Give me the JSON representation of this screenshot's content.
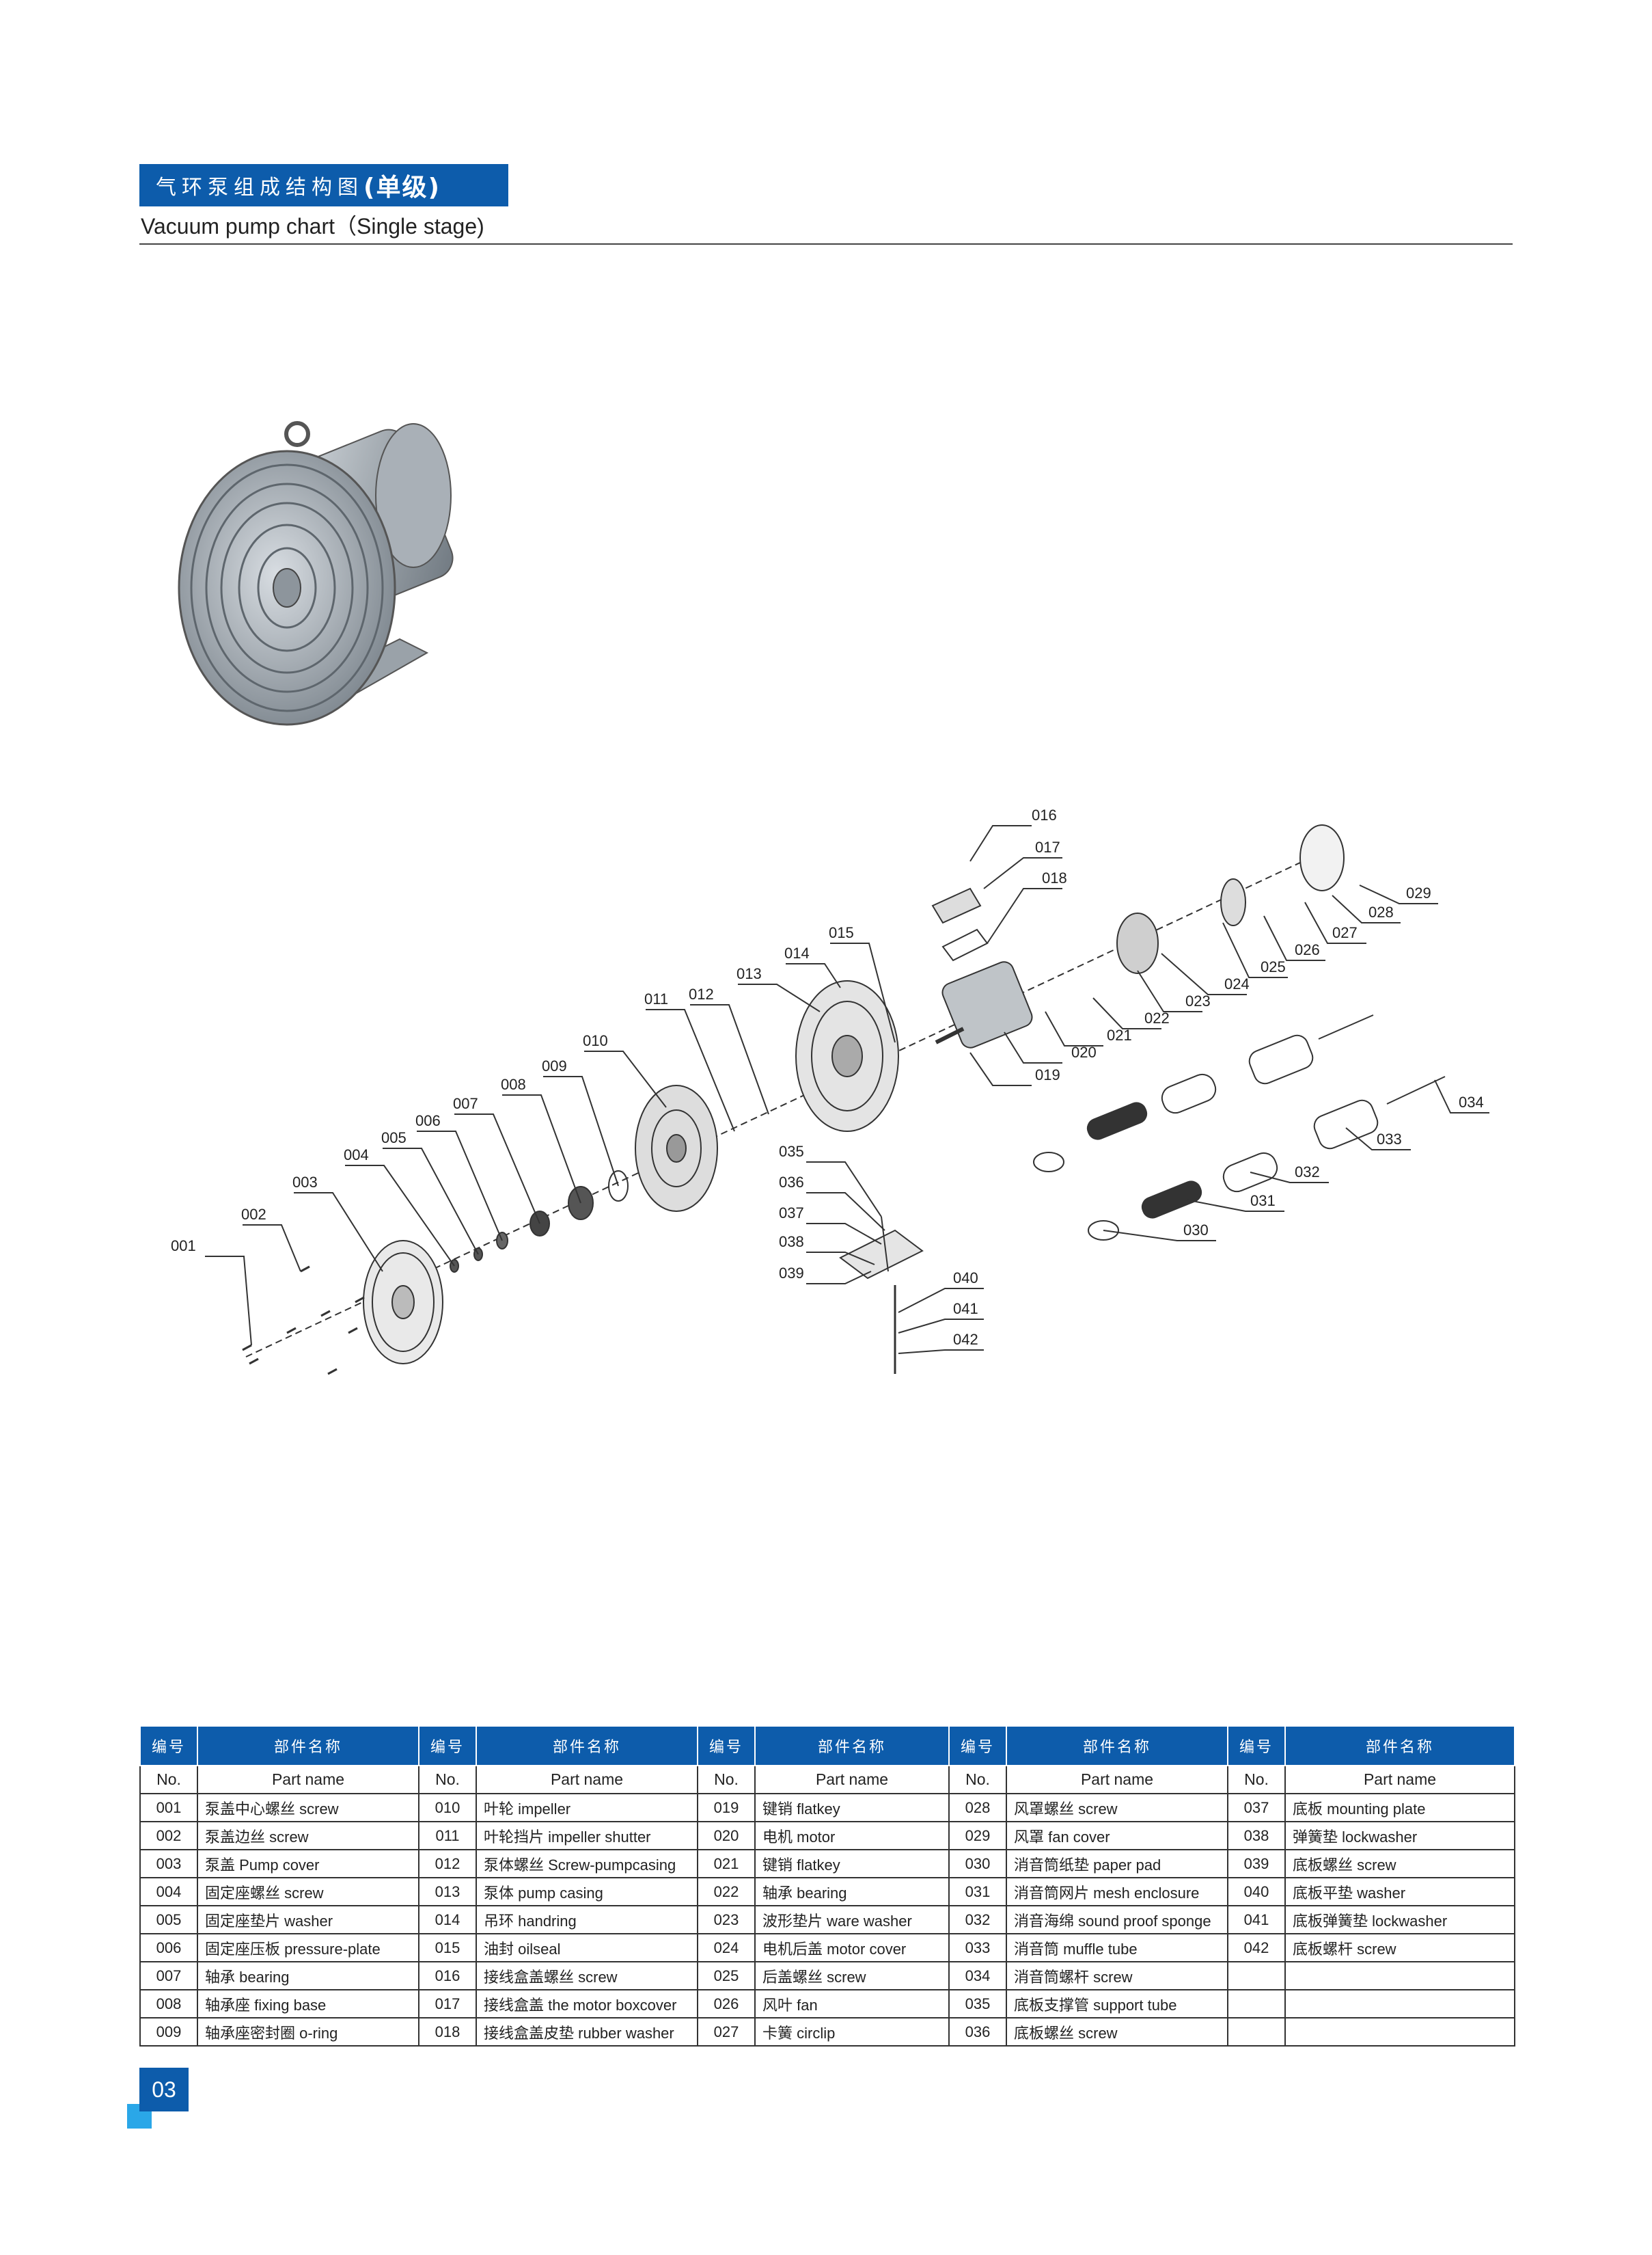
{
  "header": {
    "title_cn": "气环泵组成结构图",
    "title_tag": "(单级)",
    "subtitle_en": "Vacuum pump chart（Single stage)"
  },
  "diagram": {
    "labels": [
      "001",
      "002",
      "003",
      "004",
      "005",
      "006",
      "007",
      "008",
      "009",
      "010",
      "011",
      "012",
      "013",
      "014",
      "015",
      "016",
      "017",
      "018",
      "019",
      "020",
      "021",
      "022",
      "023",
      "024",
      "025",
      "026",
      "027",
      "028",
      "029",
      "030",
      "031",
      "032",
      "033",
      "034",
      "035",
      "036",
      "037",
      "038",
      "039",
      "040",
      "041",
      "042"
    ]
  },
  "table": {
    "header_cn_no": "编号",
    "header_cn_name": "部件名称",
    "header_en_no": "No.",
    "header_en_name": "Part name",
    "rows": [
      [
        [
          "001",
          "泵盖中心螺丝  screw"
        ],
        [
          "010",
          "叶轮  impeller"
        ],
        [
          "019",
          "键销  flatkey"
        ],
        [
          "028",
          "风罩螺丝  screw"
        ],
        [
          "037",
          "底板  mounting plate"
        ]
      ],
      [
        [
          "002",
          "泵盖边丝  screw"
        ],
        [
          "011",
          "叶轮挡片  impeller shutter"
        ],
        [
          "020",
          "电机    motor"
        ],
        [
          "029",
          "风罩  fan cover"
        ],
        [
          "038",
          "弹簧垫  lockwasher"
        ]
      ],
      [
        [
          "003",
          "泵盖  Pump cover"
        ],
        [
          "012",
          "泵体螺丝  Screw-pumpcasing"
        ],
        [
          "021",
          "键销  flatkey"
        ],
        [
          "030",
          "消音筒纸垫  paper pad"
        ],
        [
          "039",
          "底板螺丝  screw"
        ]
      ],
      [
        [
          "004",
          "固定座螺丝  screw"
        ],
        [
          "013",
          "泵体  pump casing"
        ],
        [
          "022",
          "轴承  bearing"
        ],
        [
          "031",
          "消音筒网片  mesh enclosure"
        ],
        [
          "040",
          "底板平垫  washer"
        ]
      ],
      [
        [
          "005",
          "固定座垫片  washer"
        ],
        [
          "014",
          "吊环  handring"
        ],
        [
          "023",
          "波形垫片  ware washer"
        ],
        [
          "032",
          "消音海绵  sound proof sponge"
        ],
        [
          "041",
          "底板弹簧垫  lockwasher"
        ]
      ],
      [
        [
          "006",
          "固定座压板  pressure-plate"
        ],
        [
          "015",
          "油封  oilseal"
        ],
        [
          "024",
          "电机后盖  motor cover"
        ],
        [
          "033",
          "消音筒  muffle tube"
        ],
        [
          "042",
          "底板螺杆  screw"
        ]
      ],
      [
        [
          "007",
          "轴承  bearing"
        ],
        [
          "016",
          "接线盒盖螺丝  screw"
        ],
        [
          "025",
          "后盖螺丝  screw"
        ],
        [
          "034",
          "消音筒螺杆  screw"
        ],
        [
          "",
          ""
        ]
      ],
      [
        [
          "008",
          "轴承座  fixing base"
        ],
        [
          "017",
          "接线盒盖  the motor boxcover"
        ],
        [
          "026",
          "风叶  fan"
        ],
        [
          "035",
          "底板支撑管  support tube"
        ],
        [
          "",
          ""
        ]
      ],
      [
        [
          "009",
          "轴承座密封圈  o-ring"
        ],
        [
          "018",
          "接线盒盖皮垫  rubber washer"
        ],
        [
          "027",
          "卡簧  circlip"
        ],
        [
          "036",
          "底板螺丝  screw"
        ],
        [
          "",
          ""
        ]
      ]
    ]
  },
  "footer": {
    "page_number": "03"
  },
  "colors": {
    "brand_blue": "#0d5cab",
    "accent_cyan": "#2aa7e8"
  }
}
